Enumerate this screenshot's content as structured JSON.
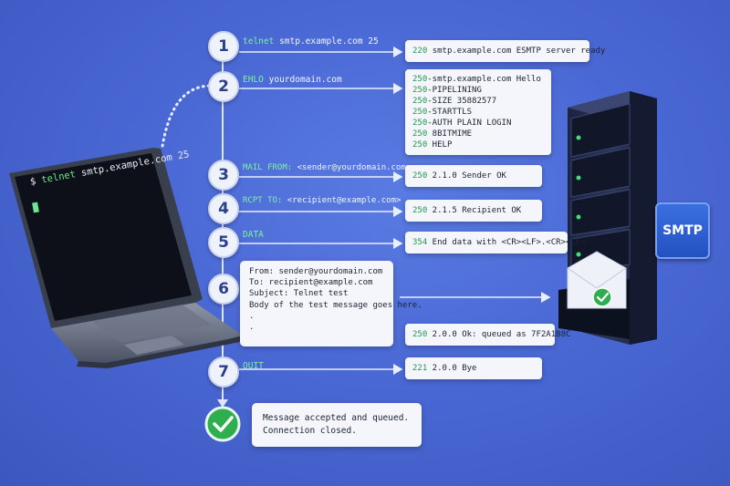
{
  "laptop": {
    "prompt": "$",
    "command_kw": "telnet",
    "command_rest": "smtp.example.com 25"
  },
  "server": {
    "label": "SMTP"
  },
  "steps": [
    {
      "number": "1",
      "command_kw": "telnet",
      "command_rest": "smtp.example.com 25",
      "responses": [
        {
          "code": "220",
          "text": "smtp.example.com ESMTP server ready"
        }
      ]
    },
    {
      "number": "2",
      "command_kw": "EHLO",
      "command_rest": "yourdomain.com",
      "responses": [
        {
          "code": "250",
          "text": "-smtp.example.com Hello"
        },
        {
          "code": "250",
          "text": "-PIPELINING"
        },
        {
          "code": "250",
          "text": "-SIZE 35882577"
        },
        {
          "code": "250",
          "text": "-STARTTLS"
        },
        {
          "code": "250",
          "text": "-AUTH PLAIN LOGIN"
        },
        {
          "code": "250",
          "text": " 8BITMIME"
        },
        {
          "code": "250",
          "text": " HELP"
        }
      ]
    },
    {
      "number": "3",
      "command_kw": "MAIL FROM:",
      "command_rest": "<sender@yourdomain.com>",
      "responses": [
        {
          "code": "250",
          "text": " 2.1.0 Sender OK"
        }
      ]
    },
    {
      "number": "4",
      "command_kw": "RCPT TO:",
      "command_rest": "<recipient@example.com>",
      "responses": [
        {
          "code": "250",
          "text": " 2.1.5 Recipient OK"
        }
      ]
    },
    {
      "number": "5",
      "command_kw": "DATA",
      "command_rest": "",
      "responses": [
        {
          "code": "354",
          "text": " End data with <CR><LF>.<CR><LF>"
        }
      ]
    },
    {
      "number": "6",
      "message_lines": [
        "From: sender@yourdomain.com",
        "To: recipient@example.com",
        "Subject: Telnet test",
        "",
        "Body of the test message goes here.",
        ".",
        "."
      ],
      "responses": [
        {
          "code": "250",
          "text": " 2.0.0 Ok: queued as 7F2A1B8C"
        }
      ]
    },
    {
      "number": "7",
      "command_kw": "QUIT",
      "command_rest": "",
      "responses": [
        {
          "code": "221",
          "text": " 2.0.0 Bye"
        }
      ]
    }
  ],
  "final": {
    "lines": [
      "Message accepted and queued.",
      "Connection closed."
    ],
    "icon": "check-icon"
  },
  "colors": {
    "background": "#4a68d4",
    "command_keyword": "#7ff0a0",
    "response_code": "#1f9a4d",
    "success": "#2eae4f"
  }
}
